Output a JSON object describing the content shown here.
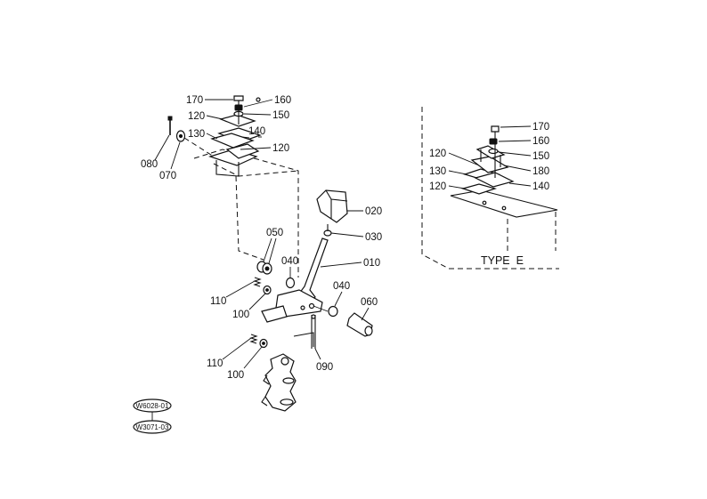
{
  "callouts": [
    {
      "id": "c170",
      "label": "170"
    },
    {
      "id": "c160",
      "label": "160"
    },
    {
      "id": "c120a",
      "label": "120"
    },
    {
      "id": "c150",
      "label": "150"
    },
    {
      "id": "c130",
      "label": "130"
    },
    {
      "id": "c140",
      "label": "140"
    },
    {
      "id": "c120b",
      "label": "120"
    },
    {
      "id": "c080",
      "label": "080"
    },
    {
      "id": "c070",
      "label": "070"
    },
    {
      "id": "c020",
      "label": "020"
    },
    {
      "id": "c030",
      "label": "030"
    },
    {
      "id": "c050",
      "label": "050"
    },
    {
      "id": "c040a",
      "label": "040"
    },
    {
      "id": "c010",
      "label": "010"
    },
    {
      "id": "c110a",
      "label": "110"
    },
    {
      "id": "c100a",
      "label": "100"
    },
    {
      "id": "c040b",
      "label": "040"
    },
    {
      "id": "c060",
      "label": "060"
    },
    {
      "id": "c110b",
      "label": "110"
    },
    {
      "id": "c100b",
      "label": "100"
    },
    {
      "id": "c090",
      "label": "090"
    },
    {
      "id": "e170",
      "label": "170"
    },
    {
      "id": "e160",
      "label": "160"
    },
    {
      "id": "e120a",
      "label": "120"
    },
    {
      "id": "e150",
      "label": "150"
    },
    {
      "id": "e180",
      "label": "180"
    },
    {
      "id": "e130",
      "label": "130"
    },
    {
      "id": "e140",
      "label": "140"
    },
    {
      "id": "e120b",
      "label": "120"
    }
  ],
  "inset": {
    "title": "TYPE  E"
  },
  "references": [
    {
      "label": "W6028-01"
    },
    {
      "label": "W3071-03"
    }
  ]
}
